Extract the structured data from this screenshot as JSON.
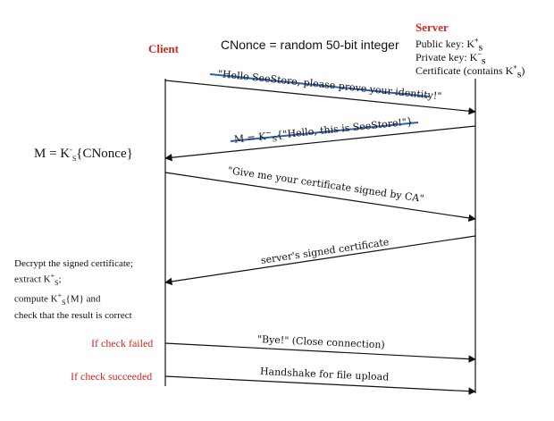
{
  "client": {
    "label": "Client"
  },
  "server": {
    "label": "Server",
    "public_key": "Public key: K",
    "public_key_sup": "+",
    "public_key_sub": "S",
    "private_key": "Private key: K",
    "private_key_sup": "−",
    "private_key_sub": "S",
    "certificate": "Certificate (contains K",
    "certificate_sup": "+",
    "certificate_sub": "S",
    "certificate_end": ")"
  },
  "cnonce": "CNonce = random 50-bit integer",
  "m_def": "M = K",
  "m_def_sup": "-",
  "m_def_sub": "S",
  "m_def_rest": "{CNonce}",
  "messages": [
    {
      "text": "\"Hello SeeStore, please prove your identity!\"",
      "struck": true
    },
    {
      "text": "M = K",
      "sub": "S",
      "sup": "−",
      "rest": "{\"Hello, this is SeeStore!\"}",
      "struck": true
    },
    {
      "text": "\"Give me your certificate signed by CA\"",
      "struck": false
    },
    {
      "text": "server's signed certificate",
      "struck": false
    },
    {
      "text": "\"Bye!\" (Close connection)",
      "struck": false
    },
    {
      "text": "Handshake for file upload",
      "struck": false
    }
  ],
  "decrypt_steps": [
    "Decrypt the signed certificate;",
    "extract K",
    "compute K",
    "check that the result is correct"
  ],
  "decrypt_extras": {
    "k_sup": "+",
    "k_sub": "S",
    "extract_end": ";",
    "compute_end": "{M} and"
  },
  "if_failed": "If check failed",
  "if_succeeded": "If check succeeded",
  "colors": {
    "accent_red": "#d9261c",
    "strike_blue": "#2b5fb4",
    "line": "#111111"
  }
}
